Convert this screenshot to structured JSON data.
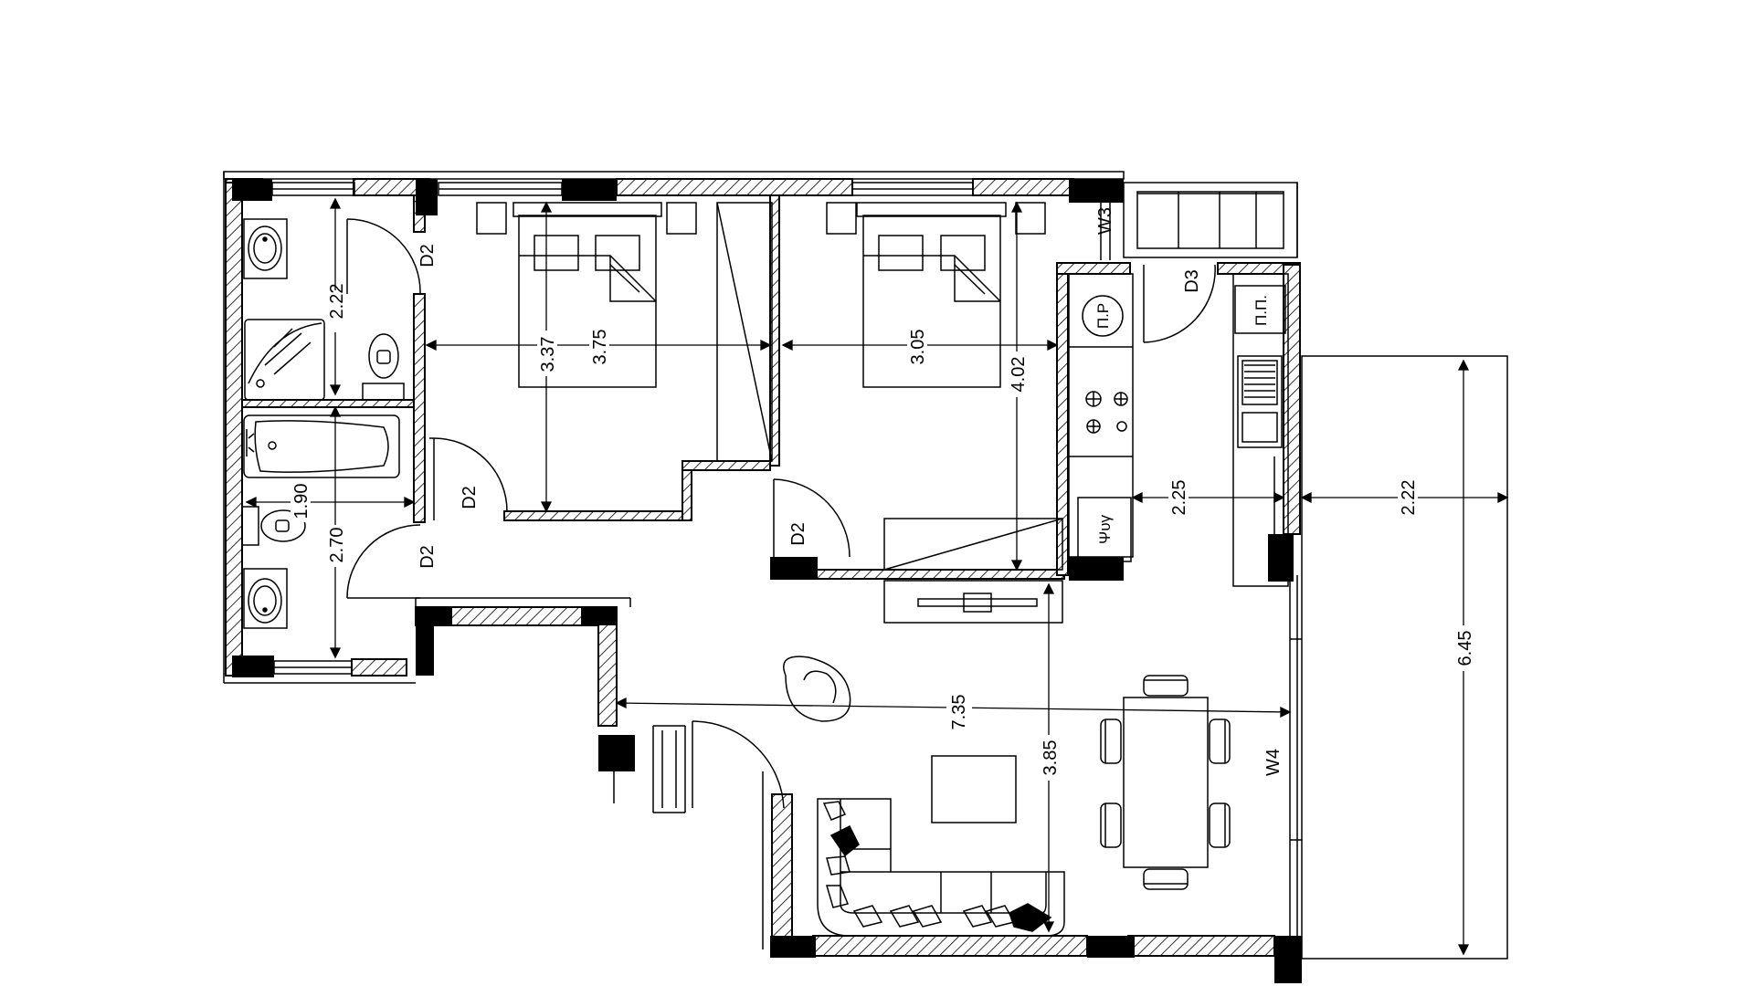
{
  "plan": {
    "dimensions": {
      "bath_upper_height": "2.22",
      "bath_lower_height": "2.70",
      "bath_tub_width": "1.90",
      "bedroom1_width": "3.75",
      "bedroom1_depth": "3.37",
      "bedroom2_width": "3.05",
      "bedroom2_depth": "4.02",
      "kitchen_width": "2.25",
      "balcony_width": "2.22",
      "balcony_length": "6.45",
      "living_width": "7.35",
      "living_depth": "3.85"
    },
    "labels": {
      "door_bath_upper": "D2",
      "door_bath_lower": "D2",
      "door_bedroom1": "D2",
      "door_bedroom2": "D2",
      "door_kitchen": "D3",
      "window_w3": "W3",
      "window_w4": "W4",
      "fixture_pr": "П.Р",
      "fixture_pp": "П.П.",
      "fixture_fridge": "Ψυγ"
    }
  }
}
